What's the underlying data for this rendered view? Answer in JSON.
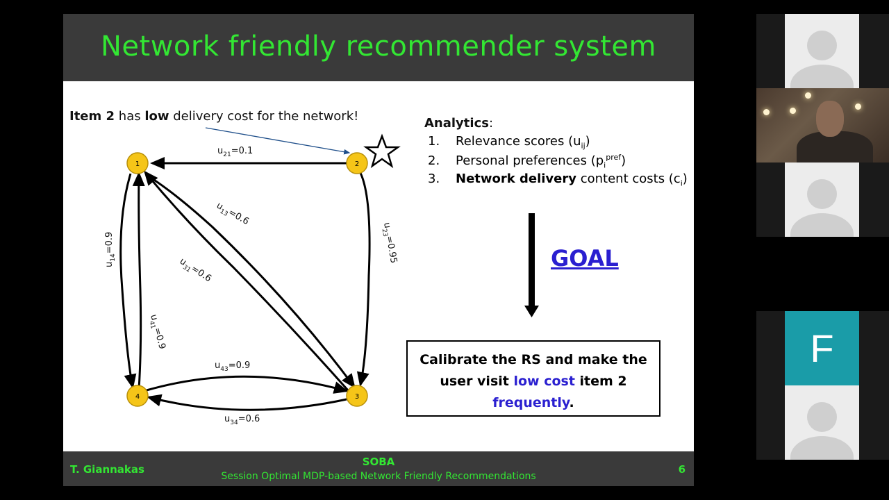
{
  "slide": {
    "title": "Network friendly recommender system",
    "item_note": {
      "b1": "Item 2",
      "t1": " has ",
      "b2": "low",
      "t2": " delivery cost for the network!"
    },
    "analytics": {
      "heading": "Analytics",
      "colon": ":",
      "items": [
        {
          "num": "1.",
          "text": "Relevance scores (u",
          "sub": "ij",
          "sup": "",
          "end": ")",
          "bold": ""
        },
        {
          "num": "2.",
          "text": "Personal preferences (p",
          "sub": "i",
          "sup": "pref",
          "end": ")",
          "bold": ""
        },
        {
          "num": "3.",
          "bold": "Network delivery",
          "text": " content costs (c",
          "sub": "i",
          "sup": "",
          "end": ")"
        }
      ]
    },
    "goal": "GOAL",
    "goal_box": {
      "l1": "Calibrate the RS and make the",
      "l2a": "user visit ",
      "l2b": "low cost",
      "l2c": " item 2",
      "l3a": "frequently",
      "l3b": "."
    },
    "graph": {
      "nodes": [
        "1",
        "2",
        "3",
        "4"
      ],
      "edges": [
        {
          "u": "u",
          "sub": "21",
          "val": "=0.1"
        },
        {
          "u": "u",
          "sub": "13",
          "val": "=0.6"
        },
        {
          "u": "u",
          "sub": "31",
          "val": "=0.6"
        },
        {
          "u": "u",
          "sub": "14",
          "val": "=0.9"
        },
        {
          "u": "u",
          "sub": "41",
          "val": "=0.9"
        },
        {
          "u": "u",
          "sub": "23",
          "val": "=0.95"
        },
        {
          "u": "u",
          "sub": "43",
          "val": "=0.9"
        },
        {
          "u": "u",
          "sub": "34",
          "val": "=0.6"
        }
      ]
    },
    "footer": {
      "author": "T. Giannakas",
      "short": "SOBA",
      "long": "Session Optimal MDP-based Network Friendly Recommendations",
      "page": "6"
    }
  },
  "participants": {
    "f_initial": "F"
  },
  "colors": {
    "title_green": "#33e633",
    "goal_blue": "#2a1fd0",
    "node_yellow": "#f5c518",
    "tile_teal": "#1a9ca8"
  }
}
